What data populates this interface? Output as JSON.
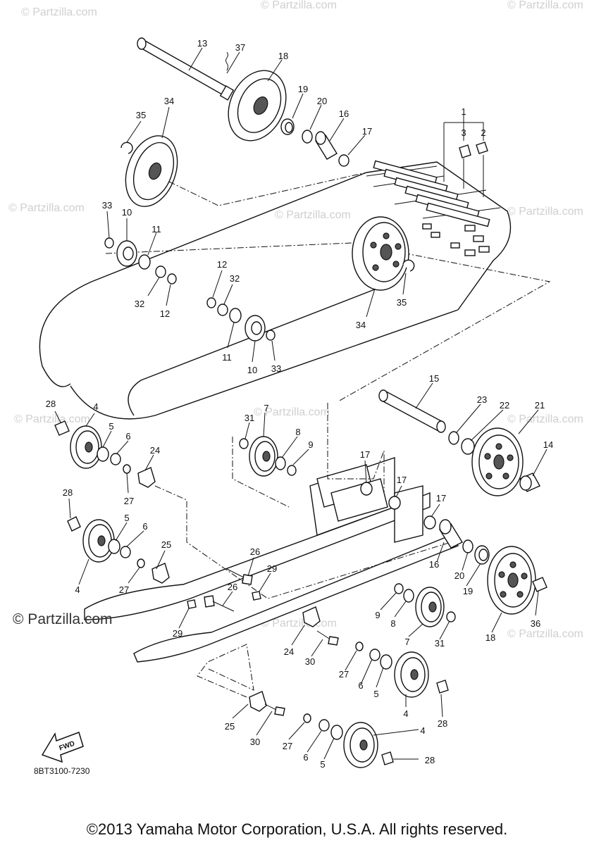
{
  "watermark": "© Partzilla.com",
  "watermark_large": "© Partzilla.com",
  "drawing_code": "8BT3100-7230",
  "fwd_label": "FWD",
  "copyright": "©2013 Yamaha Motor Corporation, U.S.A. All rights reserved.",
  "callouts": [
    {
      "id": "c13",
      "text": "13"
    },
    {
      "id": "c37",
      "text": "37"
    },
    {
      "id": "c18a",
      "text": "18"
    },
    {
      "id": "c19a",
      "text": "19"
    },
    {
      "id": "c20a",
      "text": "20"
    },
    {
      "id": "c16a",
      "text": "16"
    },
    {
      "id": "c17a",
      "text": "17"
    },
    {
      "id": "c1",
      "text": "1"
    },
    {
      "id": "c3",
      "text": "3"
    },
    {
      "id": "c2",
      "text": "2"
    },
    {
      "id": "c35a",
      "text": "35"
    },
    {
      "id": "c34a",
      "text": "34"
    },
    {
      "id": "c33a",
      "text": "33"
    },
    {
      "id": "c10a",
      "text": "10"
    },
    {
      "id": "c11a",
      "text": "11"
    },
    {
      "id": "c32a",
      "text": "32"
    },
    {
      "id": "c12a",
      "text": "12"
    },
    {
      "id": "c12b",
      "text": "12"
    },
    {
      "id": "c32b",
      "text": "32"
    },
    {
      "id": "c11b",
      "text": "11"
    },
    {
      "id": "c10b",
      "text": "10"
    },
    {
      "id": "c33b",
      "text": "33"
    },
    {
      "id": "c34b",
      "text": "34"
    },
    {
      "id": "c35b",
      "text": "35"
    },
    {
      "id": "c28a",
      "text": "28"
    },
    {
      "id": "c4a",
      "text": "4"
    },
    {
      "id": "c5a",
      "text": "5"
    },
    {
      "id": "c6a",
      "text": "6"
    },
    {
      "id": "c27a",
      "text": "27"
    },
    {
      "id": "c24a",
      "text": "24"
    },
    {
      "id": "c31a",
      "text": "31"
    },
    {
      "id": "c7a",
      "text": "7"
    },
    {
      "id": "c8a",
      "text": "8"
    },
    {
      "id": "c9a",
      "text": "9"
    },
    {
      "id": "c15",
      "text": "15"
    },
    {
      "id": "c23",
      "text": "23"
    },
    {
      "id": "c22",
      "text": "22"
    },
    {
      "id": "c21",
      "text": "21"
    },
    {
      "id": "c14",
      "text": "14"
    },
    {
      "id": "c17b",
      "text": "17"
    },
    {
      "id": "c17c",
      "text": "17"
    },
    {
      "id": "c17d",
      "text": "17"
    },
    {
      "id": "c28b",
      "text": "28"
    },
    {
      "id": "c5b",
      "text": "5"
    },
    {
      "id": "c6b",
      "text": "6"
    },
    {
      "id": "c4b",
      "text": "4"
    },
    {
      "id": "c27b",
      "text": "27"
    },
    {
      "id": "c25a",
      "text": "25"
    },
    {
      "id": "c26a",
      "text": "26"
    },
    {
      "id": "c29a",
      "text": "29"
    },
    {
      "id": "c26b",
      "text": "26"
    },
    {
      "id": "c29b",
      "text": "29"
    },
    {
      "id": "c16b",
      "text": "16"
    },
    {
      "id": "c20b",
      "text": "20"
    },
    {
      "id": "c19b",
      "text": "19"
    },
    {
      "id": "c18b",
      "text": "18"
    },
    {
      "id": "c36",
      "text": "36"
    },
    {
      "id": "c9b",
      "text": "9"
    },
    {
      "id": "c8b",
      "text": "8"
    },
    {
      "id": "c7b",
      "text": "7"
    },
    {
      "id": "c31b",
      "text": "31"
    },
    {
      "id": "c24b",
      "text": "24"
    },
    {
      "id": "c30a",
      "text": "30"
    },
    {
      "id": "c27c",
      "text": "27"
    },
    {
      "id": "c6c",
      "text": "6"
    },
    {
      "id": "c5c",
      "text": "5"
    },
    {
      "id": "c4c",
      "text": "4"
    },
    {
      "id": "c28c",
      "text": "28"
    },
    {
      "id": "c25b",
      "text": "25"
    },
    {
      "id": "c30b",
      "text": "30"
    },
    {
      "id": "c27d",
      "text": "27"
    },
    {
      "id": "c6d",
      "text": "6"
    },
    {
      "id": "c5d",
      "text": "5"
    },
    {
      "id": "c4d",
      "text": "4"
    },
    {
      "id": "c28d",
      "text": "28"
    }
  ]
}
